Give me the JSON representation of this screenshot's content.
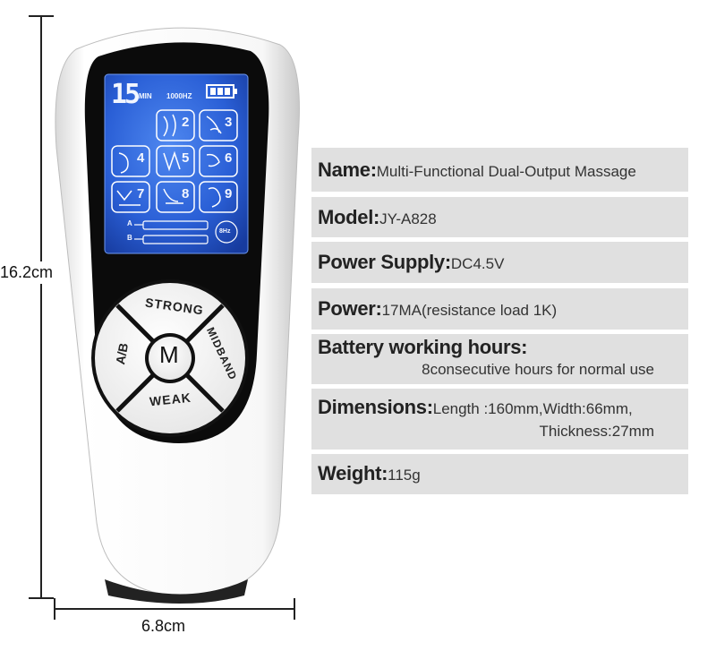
{
  "dimensions": {
    "height": "16.2cm",
    "width": "6.8cm"
  },
  "device": {
    "lcd": {
      "timer_value": "15",
      "timer_unit": "MIN",
      "frequency": "1000HZ",
      "modes": [
        "2",
        "3",
        "4",
        "5",
        "6",
        "7",
        "8",
        "9"
      ],
      "channel_a": "A",
      "channel_b": "B",
      "freq_badge": "8Hz"
    },
    "buttons": {
      "top": "STRONG",
      "right": "MIDBAND",
      "bottom": "WEAK",
      "left": "A/B",
      "center": "M"
    }
  },
  "specs": {
    "name": {
      "key": "Name:",
      "value": "Multi-Functional Dual-Output Massage"
    },
    "model": {
      "key": "Model:",
      "value": "JY-A828"
    },
    "power_supply": {
      "key": "Power Supply:",
      "value": "DC4.5V"
    },
    "power": {
      "key": "Power:",
      "value": "17MA(resistance load 1K)"
    },
    "battery": {
      "key": "Battery working hours:",
      "value": "8consecutive hours for normal use"
    },
    "dimensions": {
      "key": "Dimensions:",
      "value_line1": "Length :160mm,Width:66mm,",
      "value_line2": "Thickness:27mm"
    },
    "weight": {
      "key": "Weight:",
      "value": "115g"
    }
  }
}
